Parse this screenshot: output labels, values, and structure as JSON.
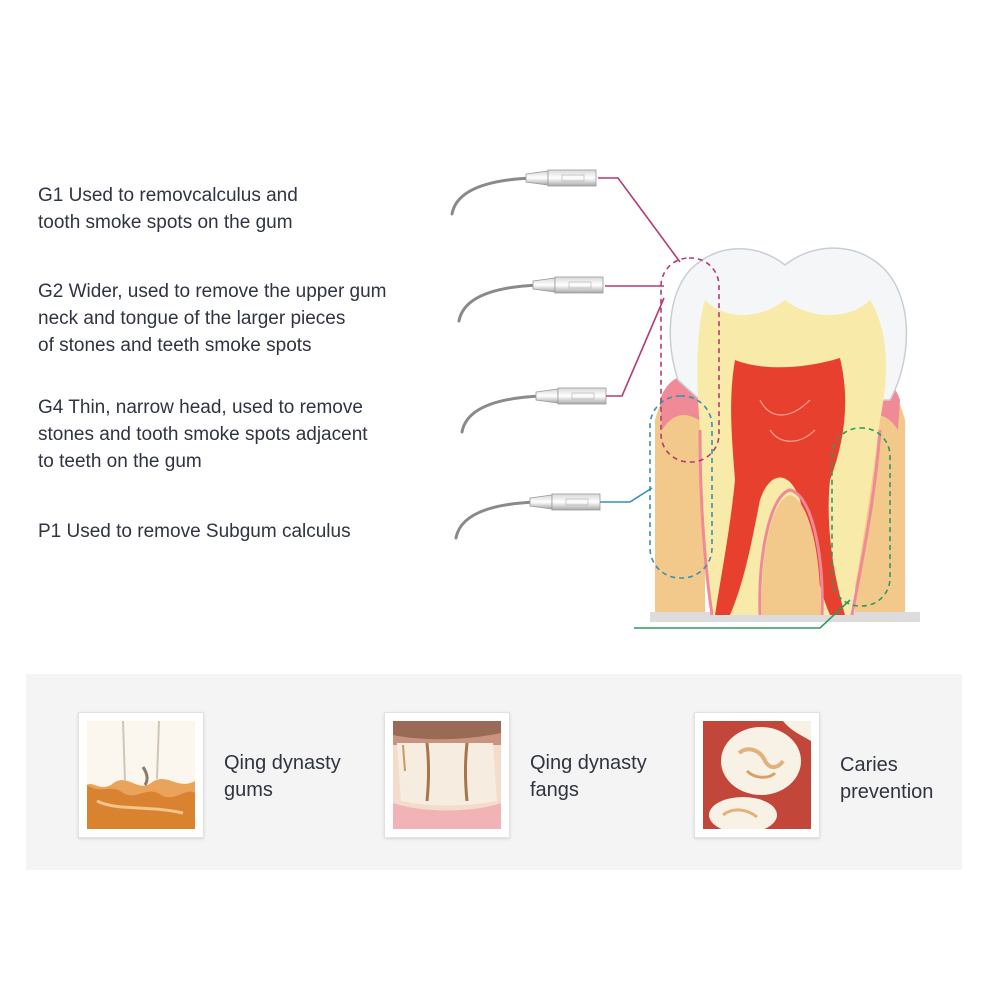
{
  "tips": [
    {
      "code": "G1",
      "lines": [
        "G1 Used to removcalculus and",
        "tooth smoke spots on the gum"
      ],
      "color": "#b23b78"
    },
    {
      "code": "G2",
      "lines": [
        "G2 Wider, used to remove the upper gum",
        "neck and tongue of the larger pieces",
        "of stones and teeth smoke spots"
      ],
      "color": "#b23b78"
    },
    {
      "code": "G4",
      "lines": [
        "G4 Thin, narrow head, used to remove",
        "stones and tooth smoke spots adjacent",
        "to teeth on the gum"
      ],
      "color": "#b23b78"
    },
    {
      "code": "P1",
      "lines": [
        "P1 Used to remove Subgum calculus"
      ],
      "color": "#3a8fb0"
    }
  ],
  "conditions": [
    {
      "lines": [
        "Qing dynasty",
        "gums"
      ]
    },
    {
      "lines": [
        "Qing dynasty",
        "fangs"
      ]
    },
    {
      "lines": [
        "Caries",
        "prevention"
      ]
    }
  ],
  "colors": {
    "text": "#2f3440",
    "magenta_leader": "#b23b78",
    "blue_leader": "#3a8fb0",
    "green_leader": "#2e9a62",
    "enamel": "#f5f6f8",
    "dentin": "#f8eaa8",
    "pulp": "#e8402e",
    "gum": "#f08a96",
    "bone": "#f2c98a",
    "panel": "#f4f4f4"
  },
  "icons": [
    "scaler-tip-icon",
    "tooth-cross-section-icon"
  ]
}
